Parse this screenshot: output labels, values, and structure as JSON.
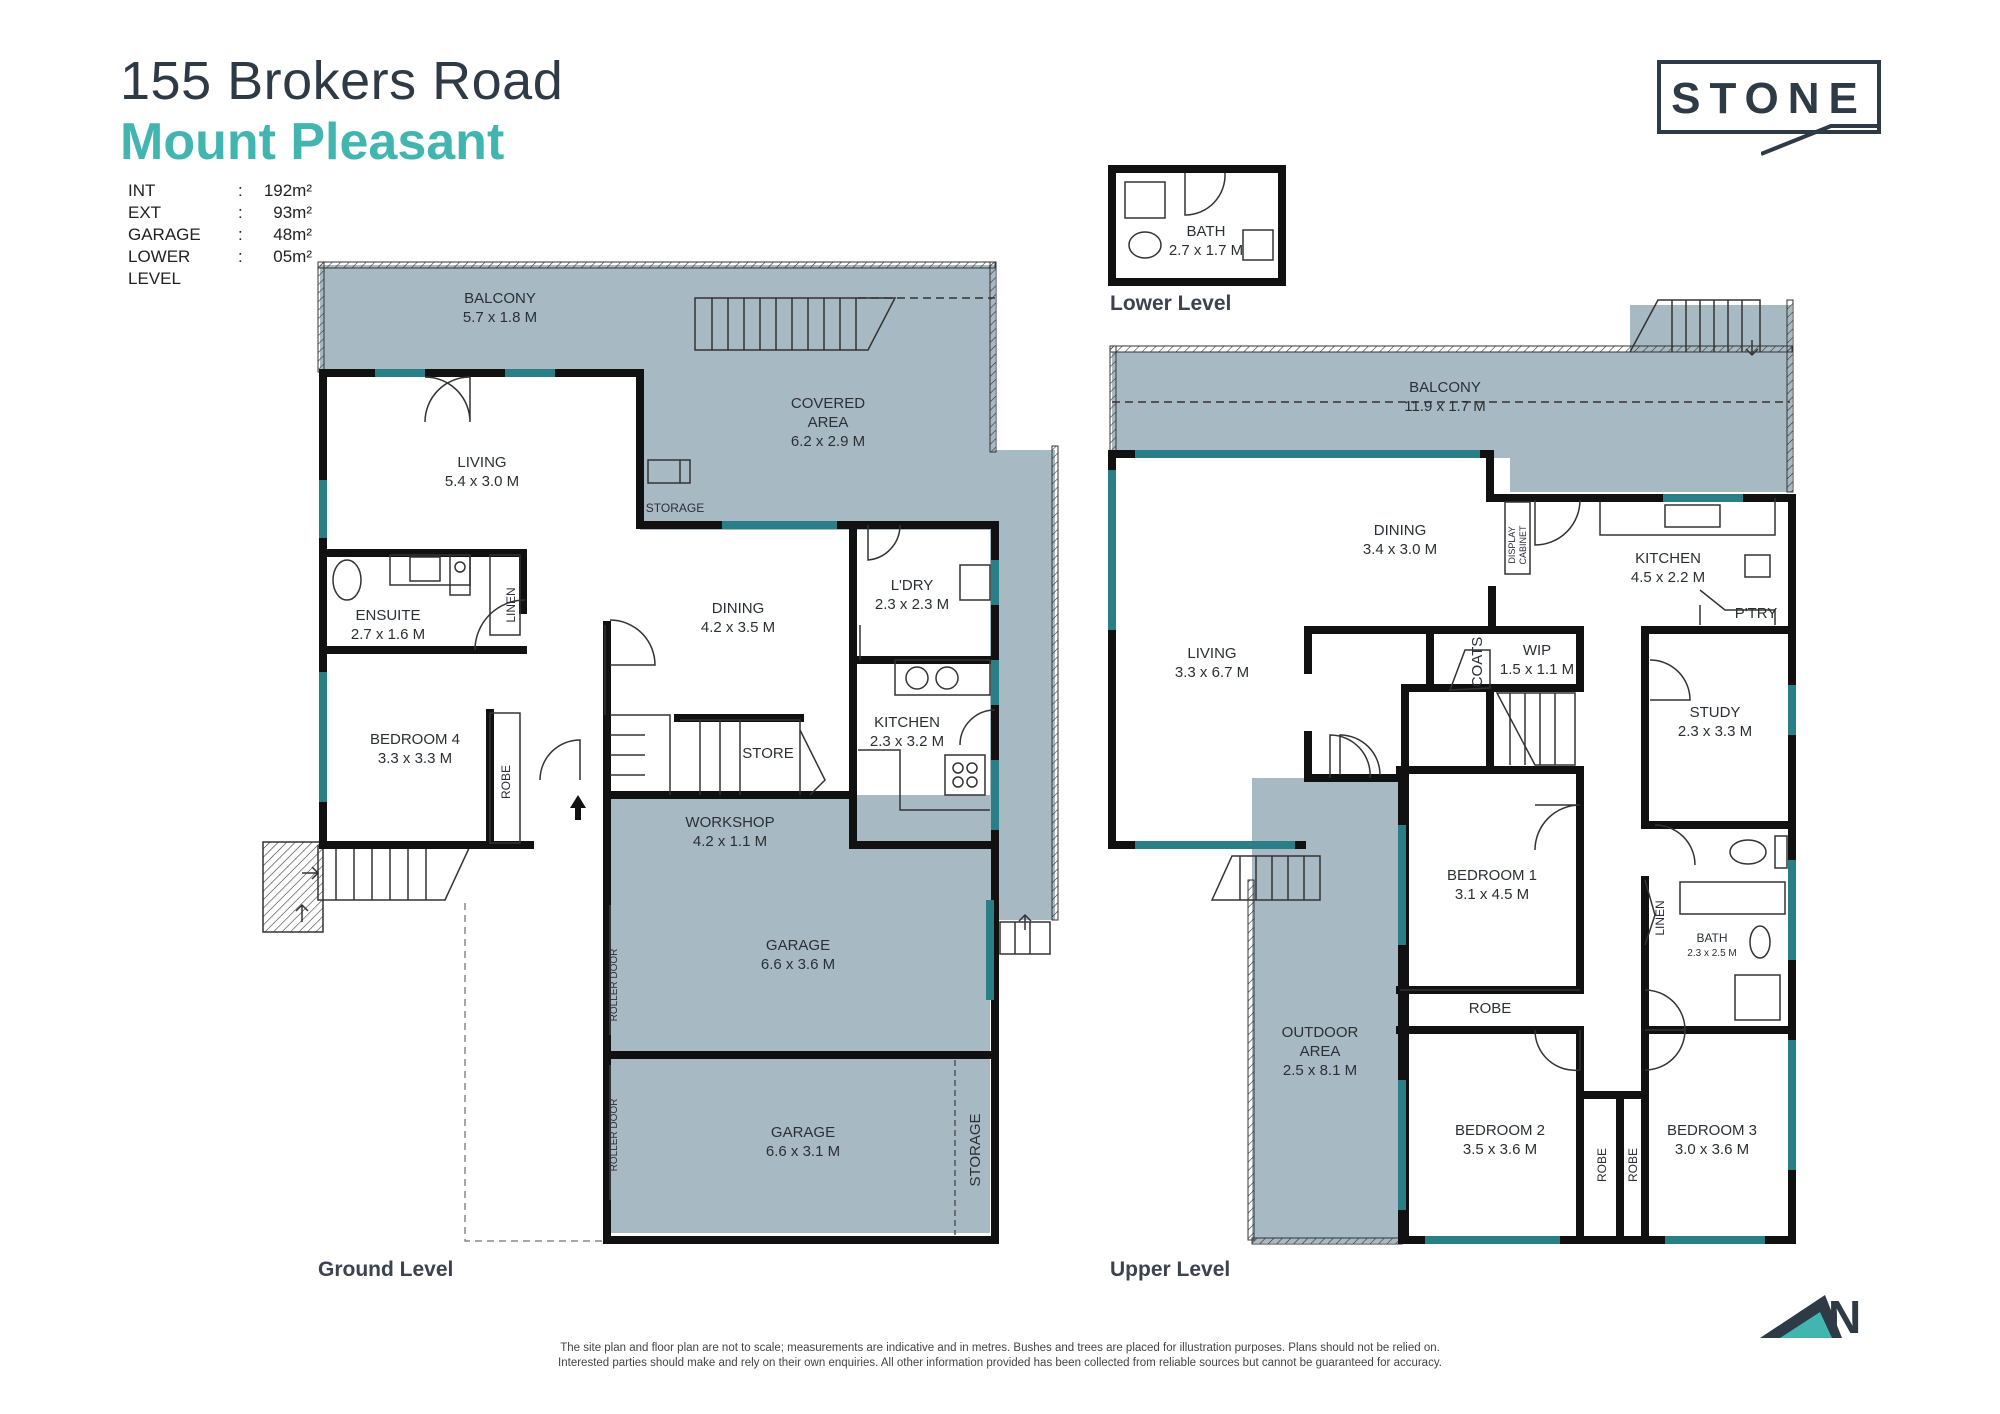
{
  "header": {
    "address": "155 Brokers Road",
    "suburb": "Mount Pleasant",
    "areas": [
      {
        "label": "INT",
        "value": "192m²"
      },
      {
        "label": "EXT",
        "value": "93m²"
      },
      {
        "label": "GARAGE",
        "value": "48m²"
      },
      {
        "label": "LOWER LEVEL",
        "value": "05m²"
      }
    ]
  },
  "logo": {
    "text": "STONE"
  },
  "colors": {
    "exterior": "#a7b9c2",
    "wall": "#111111",
    "window": "#2a7f86",
    "accent": "#43b5b0",
    "title": "#2e3a45"
  },
  "levels": {
    "ground": "Ground Level",
    "lower": "Lower Level",
    "upper": "Upper Level"
  },
  "ground": {
    "balcony": {
      "name": "BALCONY",
      "dim": "5.7 x 1.8 M"
    },
    "covered": {
      "name1": "COVERED",
      "name2": "AREA",
      "dim": "6.2 x 2.9 M"
    },
    "living": {
      "name": "LIVING",
      "dim": "5.4 x 3.0 M"
    },
    "storage": "STORAGE",
    "ensuite": {
      "name": "ENSUITE",
      "dim": "2.7 x 1.6 M"
    },
    "linen": "LINEN",
    "dining": {
      "name": "DINING",
      "dim": "4.2 x 3.5 M"
    },
    "laundry": {
      "name": "L'DRY",
      "dim": "2.3 x 2.3 M"
    },
    "kitchen": {
      "name": "KITCHEN",
      "dim": "2.3 x 3.2 M"
    },
    "bedroom4": {
      "name": "BEDROOM 4",
      "dim": "3.3 x 3.3 M"
    },
    "robe": "ROBE",
    "store": "STORE",
    "workshop": {
      "name": "WORKSHOP",
      "dim": "4.2 x 1.1 M"
    },
    "garage1": {
      "name": "GARAGE",
      "dim": "6.6 x 3.6 M"
    },
    "garage2": {
      "name": "GARAGE",
      "dim": "6.6 x 3.1 M"
    },
    "roller1": "ROLLER DOOR",
    "roller2": "ROLLER DOOR",
    "storage2": "STORAGE"
  },
  "lower": {
    "bath": {
      "name": "BATH",
      "dim": "2.7 x 1.7 M"
    }
  },
  "upper": {
    "balcony": {
      "name": "BALCONY",
      "dim": "11.9 x 1.7 M"
    },
    "dining": {
      "name": "DINING",
      "dim": "3.4 x 3.0 M"
    },
    "display": {
      "line1": "DISPLAY",
      "line2": "CABINET"
    },
    "kitchen": {
      "name": "KITCHEN",
      "dim": "4.5 x 2.2 M"
    },
    "pantry": "P'TRY",
    "living": {
      "name": "LIVING",
      "dim": "3.3 x 6.7 M"
    },
    "coats": "COATS",
    "wip": {
      "name": "WIP",
      "dim": "1.5 x 1.1 M"
    },
    "study": {
      "name": "STUDY",
      "dim": "2.3 x 3.3 M"
    },
    "bedroom1": {
      "name": "BEDROOM 1",
      "dim": "3.1 x 4.5 M"
    },
    "linen": "LINEN",
    "bath": {
      "name": "BATH",
      "dim": "2.3 x 2.5 M"
    },
    "robe": "ROBE",
    "outdoor": {
      "name1": "OUTDOOR",
      "name2": "AREA",
      "dim": "2.5 x 8.1 M"
    },
    "bedroom2": {
      "name": "BEDROOM 2",
      "dim": "3.5 x 3.6 M"
    },
    "robe2": "ROBE",
    "robe3": "ROBE",
    "bedroom3": {
      "name": "BEDROOM 3",
      "dim": "3.0 x 3.6 M"
    }
  },
  "north": "N",
  "disclaimer": {
    "line1": "The site plan and floor plan are not to scale; measurements are indicative and in metres. Bushes and trees are placed for illustration purposes. Plans should not be relied on.",
    "line2": "Interested parties should make and rely on their own enquiries. All other information provided has been collected from reliable sources but cannot be guaranteed for accuracy."
  }
}
